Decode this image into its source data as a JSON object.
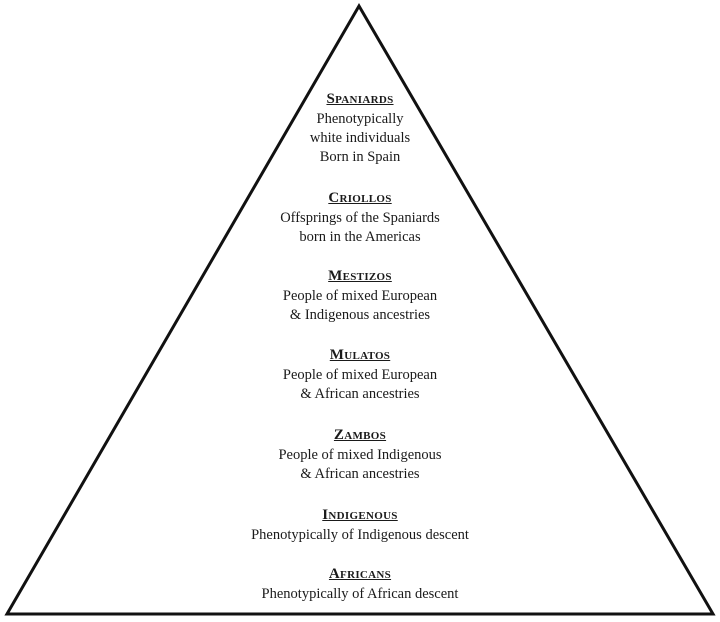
{
  "tiers": [
    {
      "title": "Spaniards",
      "description": "Phenotypically\nwhite individuals\nBorn in Spain"
    },
    {
      "title": "Criollos",
      "description": "Offsprings of the Spaniards\nborn in the Americas"
    },
    {
      "title": "Mestizos",
      "description": "People of mixed European\n& Indigenous ancestries"
    },
    {
      "title": "Mulatos",
      "description": "People of mixed European\n& African ancestries"
    },
    {
      "title": "Zambos",
      "description": "People of mixed Indigenous\n& African ancestries"
    },
    {
      "title": "Indigenous",
      "description": "Phenotypically of Indigenous descent"
    },
    {
      "title": "Africans",
      "description": "Phenotypically of African descent"
    }
  ]
}
